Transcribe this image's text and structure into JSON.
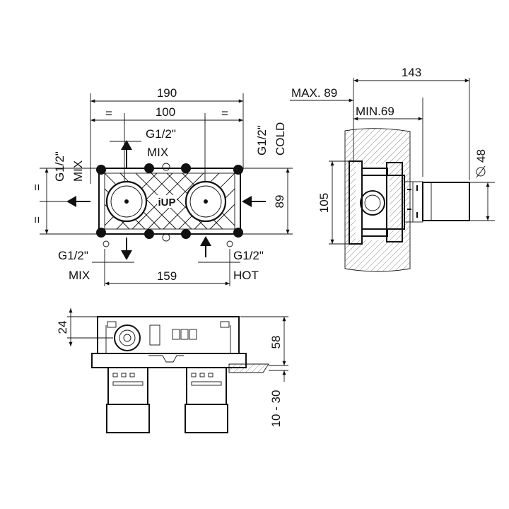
{
  "front_view": {
    "overall_width": "190",
    "equal_left": "=",
    "center_distance": "100",
    "equal_right": "=",
    "top_port": "G1/2\"",
    "top_port_use": "MIX",
    "left_port": "G1/2\"",
    "left_port_use": "MIX",
    "right_port": "G1/2\"",
    "right_port_use": "COLD",
    "equal_upper": "=",
    "equal_lower": "=",
    "height": "89",
    "bottom_left_port": "G1/2\"",
    "bottom_left_use": "MIX",
    "bottom_right_port": "G1/2\"",
    "bottom_right_use": "HOT",
    "base_width": "159",
    "brand_mark": "iUP"
  },
  "side_view": {
    "total_depth": "143",
    "max_depth": "MAX. 89",
    "min_depth": "MIN.69",
    "bracket_height": "105",
    "diameter": "48"
  },
  "bottom_view": {
    "top_offset": "24",
    "body_depth": "58",
    "adjust_range": "10 - 30"
  }
}
